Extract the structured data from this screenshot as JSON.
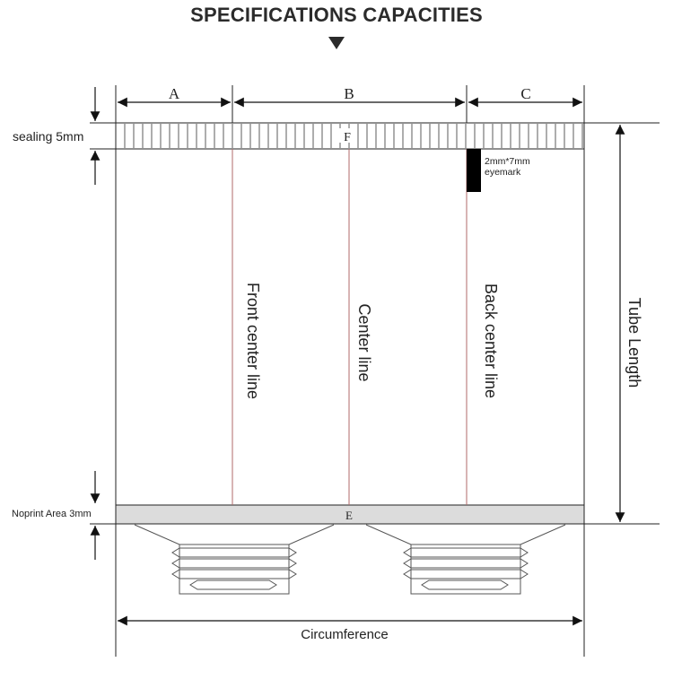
{
  "title": "SPECIFICATIONS CAPACITIES",
  "labels": {
    "a": "A",
    "b": "B",
    "c": "C",
    "f": "F",
    "e": "E",
    "sealing": "sealing 5mm",
    "eyemark_size": "2mm*7mm",
    "eyemark": "eyemark",
    "front_center_line": "Front center line",
    "center_line": "Center line",
    "back_center_line": "Back center line",
    "tube_length": "Tube Length",
    "noprint": "Noprint Area 3mm",
    "circumference": "Circumference"
  },
  "colors": {
    "line": "#222222",
    "guide_line": "#b06a6a",
    "noprint_fill": "#dcdcdc",
    "eyemark_fill": "#000000",
    "text": "#222222"
  },
  "icons": {
    "title_marker": "triangle-down-icon"
  }
}
